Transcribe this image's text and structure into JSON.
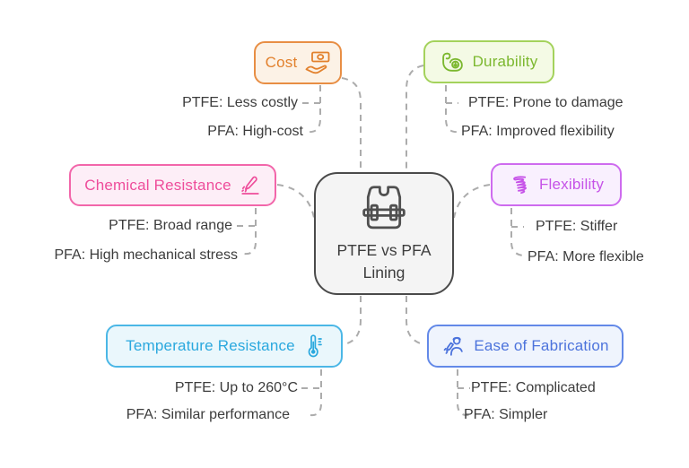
{
  "center": {
    "line1": "PTFE vs PFA",
    "line2": "Lining",
    "icon": "vest-icon",
    "border_color": "#4A4A4A",
    "bg_color": "#F4F4F4",
    "text_color": "#3D3D3D"
  },
  "connector_color": "#ACACAC",
  "item_text_color": "#3C3C3C",
  "branches": [
    {
      "label": "Cost",
      "icon": "money-hand-icon",
      "color": "#E2812D",
      "border": "#E88E44",
      "bg": "#FCF2E6",
      "items": [
        "PTFE: Less costly",
        "PFA: High-cost"
      ]
    },
    {
      "label": "Durability",
      "icon": "muscle-arm-icon",
      "color": "#7CB82F",
      "border": "#A4D25C",
      "bg": "#F4FAE5",
      "items": [
        "PTFE: Prone to damage",
        "PFA: Improved flexibility"
      ]
    },
    {
      "label": "Chemical Resistance",
      "icon": "chemical-test-icon",
      "color": "#EE4D9B",
      "border": "#F266AA",
      "bg": "#FDEEF7",
      "items": [
        "PTFE: Broad range",
        "PFA: High mechanical stress"
      ]
    },
    {
      "label": "Flexibility",
      "icon": "spring-icon",
      "color": "#C653E8",
      "border": "#CE6BEF",
      "bg": "#F9F0FE",
      "items": [
        "PTFE: Stiffer",
        "PFA: More flexible"
      ]
    },
    {
      "label": "Temperature Resistance",
      "icon": "thermometer-icon",
      "color": "#2AA8DE",
      "border": "#4BB7E6",
      "bg": "#EAF7FC",
      "items": [
        "PTFE: Up to 260°C",
        "PFA: Similar performance"
      ]
    },
    {
      "label": "Ease of Fabrication",
      "icon": "fabrication-worker-icon",
      "color": "#4C73DC",
      "border": "#6389E8",
      "bg": "#EFF4FD",
      "items": [
        "PTFE: Complicated",
        "PFA: Simpler"
      ]
    }
  ]
}
